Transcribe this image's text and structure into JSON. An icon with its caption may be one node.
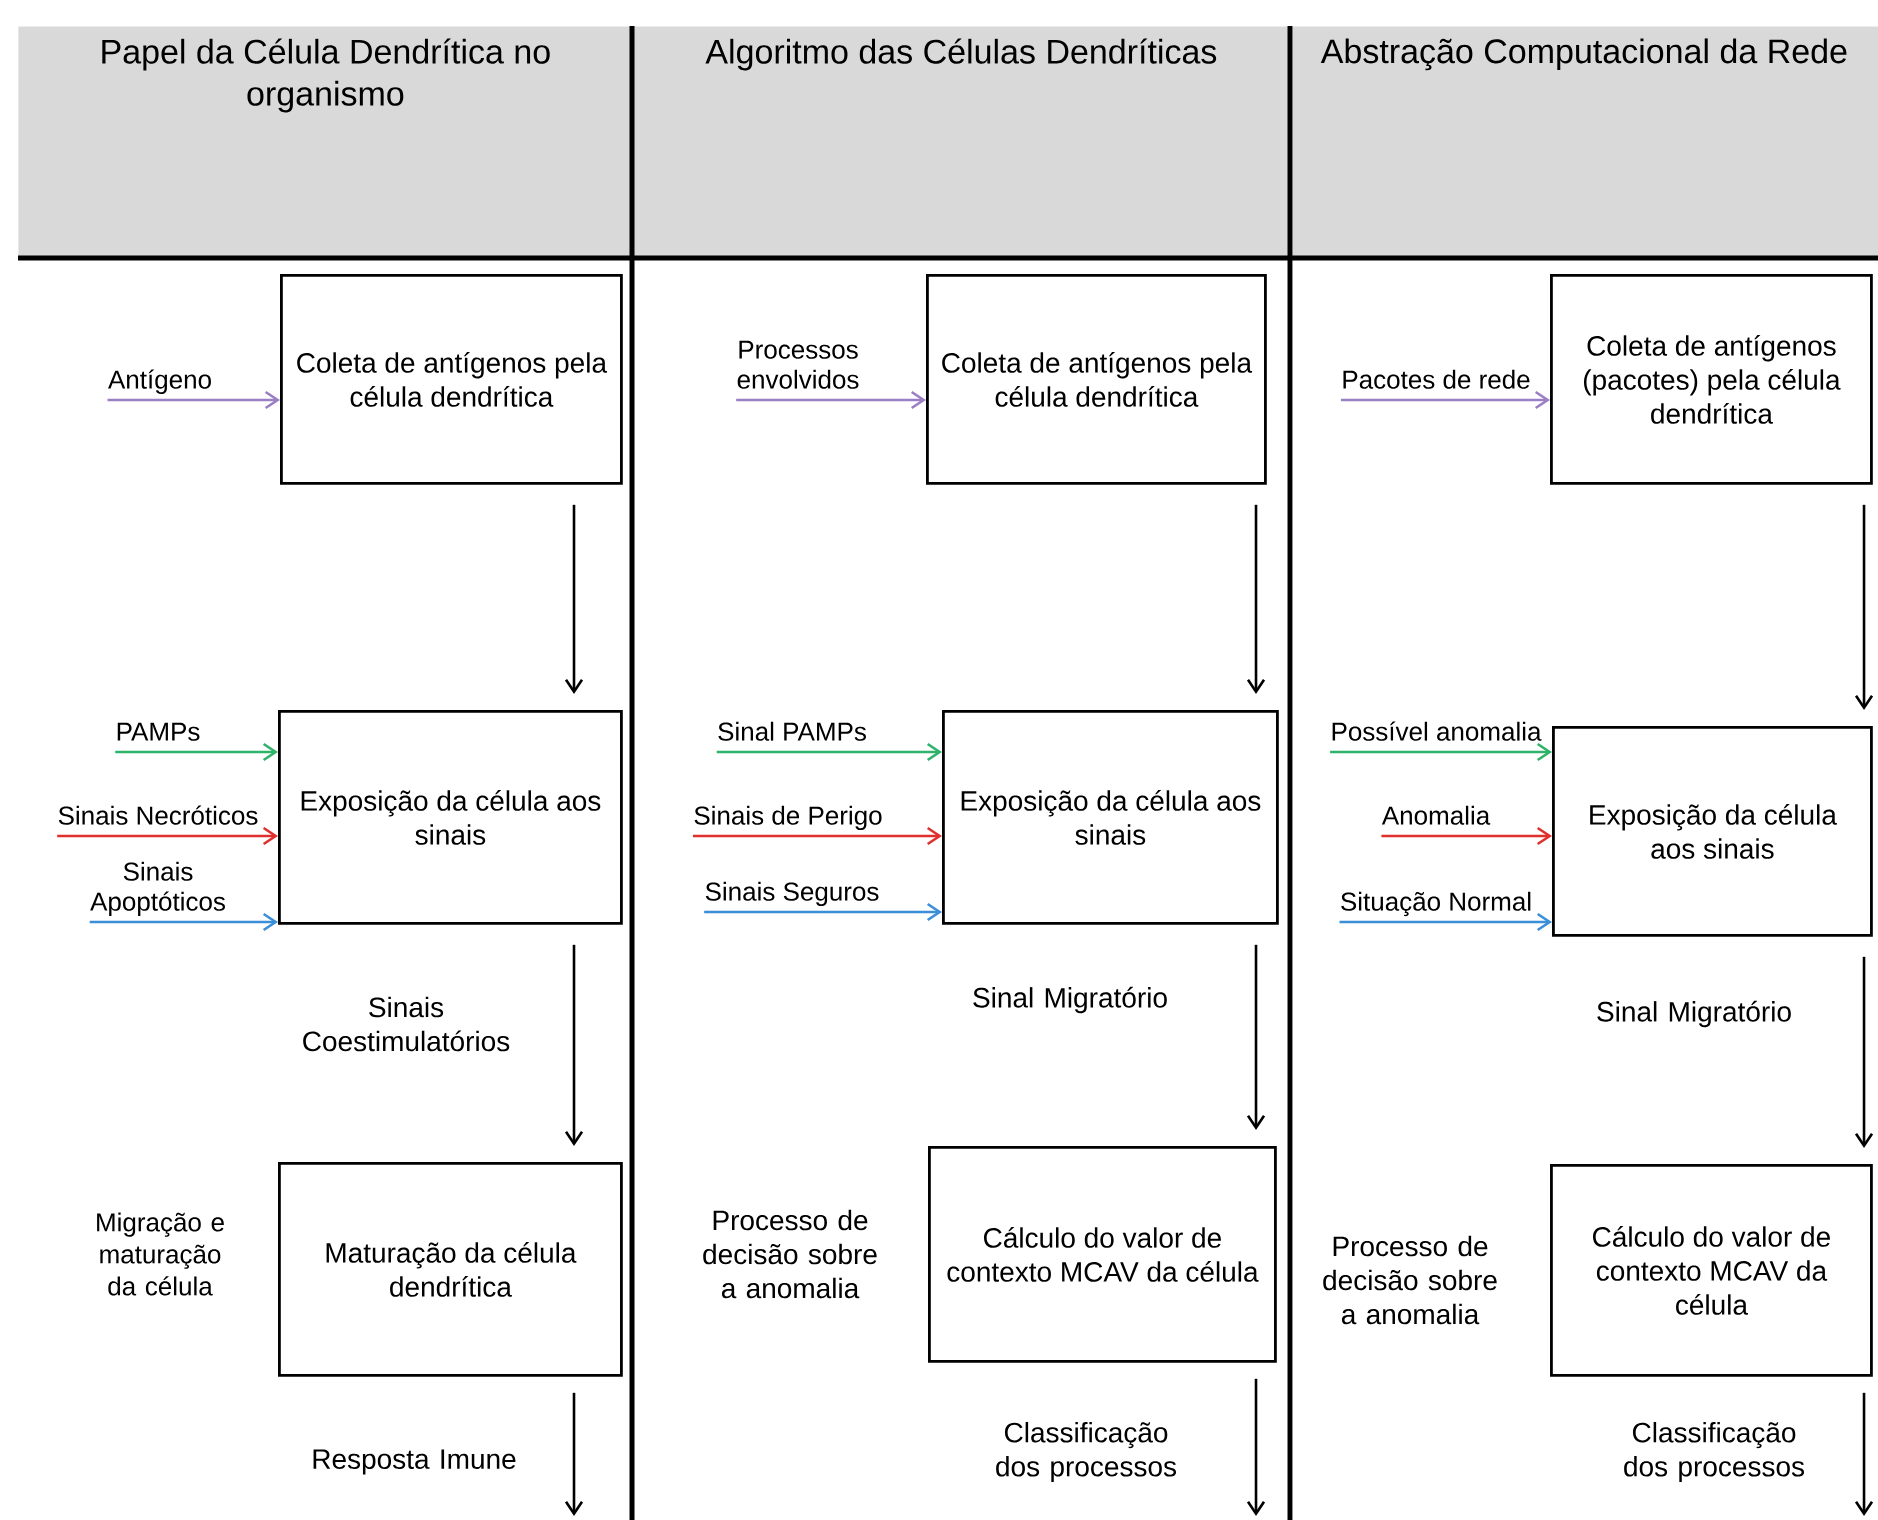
{
  "diagram": {
    "nodes": [
      {
        "text": [
          "Papel da Célula Dendrítica no organismo"
        ]
      },
      {
        "text": [
          "Algoritmo das Células Dendríticas"
        ]
      },
      {
        "text": [
          "Abstração Computacional da Rede"
        ]
      },
      {
        "text": [
          "Antígeno"
        ]
      },
      {
        "text": [
          "Coleta de antígenos pela célula dendrítica"
        ]
      },
      {
        "text": [
          "PAMPs"
        ]
      },
      {
        "text": [
          "Sinais Necróticos"
        ]
      },
      {
        "text": [
          "Sinais Apoptóticos"
        ]
      },
      {
        "text": [
          "Exposição da célula aos sinais"
        ]
      },
      {
        "text": [
          "Maturação da célula dendrítica"
        ]
      },
      {
        "text": [
          "Processos envolvidos"
        ]
      },
      {
        "text": [
          "Coleta de antígenos pela célula dendrítica"
        ]
      },
      {
        "text": [
          "Sinal PAMPs"
        ]
      },
      {
        "text": [
          "Sinais de Perigo"
        ]
      },
      {
        "text": [
          "Sinais Seguros"
        ]
      },
      {
        "text": [
          "Exposição da célula aos sinais"
        ]
      },
      {
        "text": [
          "Cálculo do valor de contexto MCAV da célula"
        ]
      },
      {
        "text": [
          "Pacotes de rede"
        ]
      },
      {
        "text": [
          "Coleta de antígenos (pacotes) pela célula dendrítica"
        ]
      },
      {
        "text": [
          "Possível anomalia"
        ]
      },
      {
        "text": [
          "Anomalia"
        ]
      },
      {
        "text": [
          "Situação Normal"
        ]
      },
      {
        "text": [
          "Exposição da célula aos sinais"
        ]
      },
      {
        "text": [
          "Cálculo do valor de contexto MCAV da célula"
        ]
      }
    ],
    "edges": [
      {
        "from": 3,
        "to": 4,
        "arrow": "to",
        "color": "#9b7fc4"
      },
      {
        "from": 4,
        "to": 8,
        "arrow": "to"
      },
      {
        "from": 5,
        "to": 8,
        "arrow": "to",
        "color": "#2fb36b"
      },
      {
        "from": 6,
        "to": 8,
        "arrow": "to",
        "color": "#e0302e"
      },
      {
        "from": 7,
        "to": 8,
        "arrow": "to",
        "color": "#3b8fd8"
      },
      {
        "from": 8,
        "to": 9,
        "arrow": "to",
        "label": "Sinais Coestimulatórios"
      },
      {
        "from": 9,
        "to": null,
        "arrow": "to",
        "label": "Resposta Imune"
      },
      {
        "from": 10,
        "to": 11,
        "arrow": "to",
        "color": "#9b7fc4"
      },
      {
        "from": 11,
        "to": 15,
        "arrow": "to"
      },
      {
        "from": 12,
        "to": 15,
        "arrow": "to",
        "color": "#2fb36b"
      },
      {
        "from": 13,
        "to": 15,
        "arrow": "to",
        "color": "#e0302e"
      },
      {
        "from": 14,
        "to": 15,
        "arrow": "to",
        "color": "#3b8fd8"
      },
      {
        "from": 15,
        "to": 16,
        "arrow": "to",
        "label": "Sinal Migratório"
      },
      {
        "from": 16,
        "to": null,
        "arrow": "to",
        "label": "Classificação dos processos"
      },
      {
        "from": 17,
        "to": 18,
        "arrow": "to",
        "color": "#9b7fc4"
      },
      {
        "from": 18,
        "to": 22,
        "arrow": "to"
      },
      {
        "from": 19,
        "to": 22,
        "arrow": "to",
        "color": "#2fb36b"
      },
      {
        "from": 20,
        "to": 22,
        "arrow": "to",
        "color": "#e0302e"
      },
      {
        "from": 21,
        "to": 22,
        "arrow": "to",
        "color": "#3b8fd8"
      },
      {
        "from": 22,
        "to": 23,
        "arrow": "to",
        "label": "Sinal Migratório"
      },
      {
        "from": 23,
        "to": null,
        "arrow": "to",
        "label": "Classificação dos processos"
      }
    ],
    "labels": [
      "Migração e maturação da célula",
      "Processo de decisão sobre a anomalia",
      "Processo de decisão sobre a anomalia"
    ]
  }
}
